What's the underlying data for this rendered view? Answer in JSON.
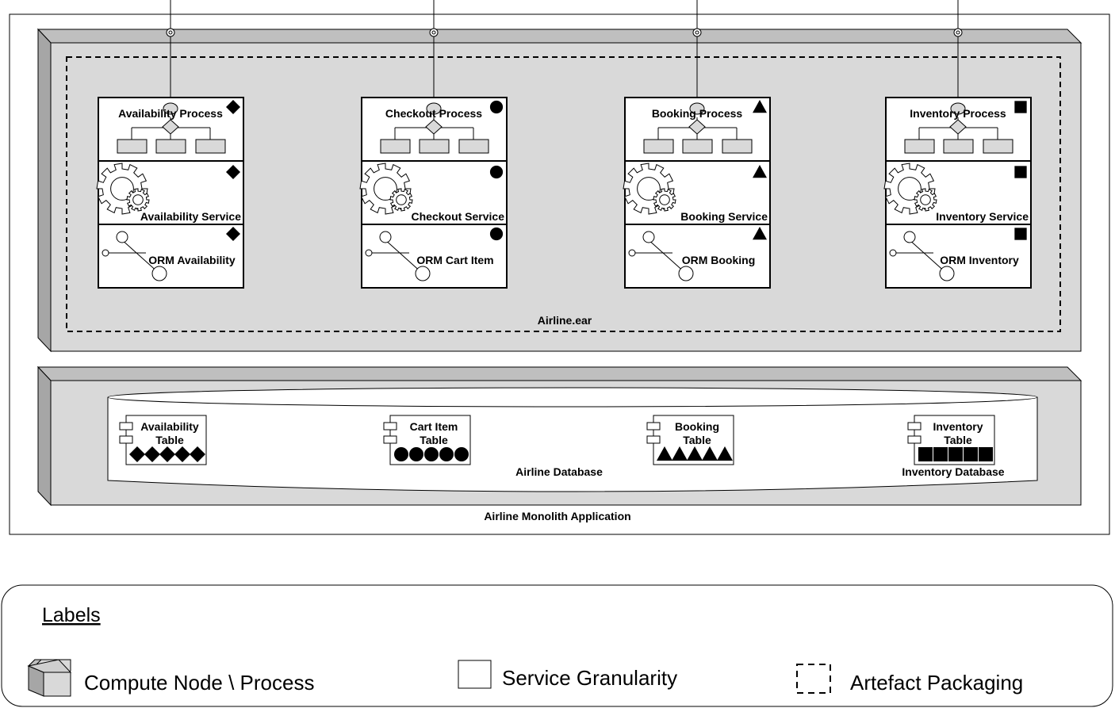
{
  "application": {
    "label": "Airline Monolith Application"
  },
  "ear": {
    "label": "Airline.ear"
  },
  "modules": [
    {
      "key": "availability",
      "symbol": "diamond",
      "process": "Availability Process",
      "service": "Availability Service",
      "orm": "ORM Availability",
      "table": [
        "Availability",
        "Table"
      ]
    },
    {
      "key": "checkout",
      "symbol": "circle",
      "process": "Checkout Process",
      "service": "Checkout Service",
      "orm": "ORM Cart Item",
      "table": [
        "Cart Item",
        "Table"
      ]
    },
    {
      "key": "booking",
      "symbol": "triangle",
      "process": "Booking Process",
      "service": "Booking Service",
      "orm": "ORM Booking",
      "table": [
        "Booking",
        "Table"
      ]
    },
    {
      "key": "inventory",
      "symbol": "square",
      "process": "Inventory Process",
      "service": "Inventory Service",
      "orm": "ORM Inventory",
      "table": [
        "Inventory",
        "Table"
      ]
    }
  ],
  "databases": {
    "airline": "Airline Database",
    "inventory": "Inventory Database"
  },
  "legend": {
    "title": "Labels",
    "items": {
      "compute": "Compute Node \\ Process",
      "service": "Service Granularity",
      "artefact": "Artefact Packaging"
    }
  },
  "colors": {
    "node_fill": "#d9d9d9",
    "node_side": "#bfbfbf",
    "stroke": "#000000",
    "background": "#ffffff"
  }
}
